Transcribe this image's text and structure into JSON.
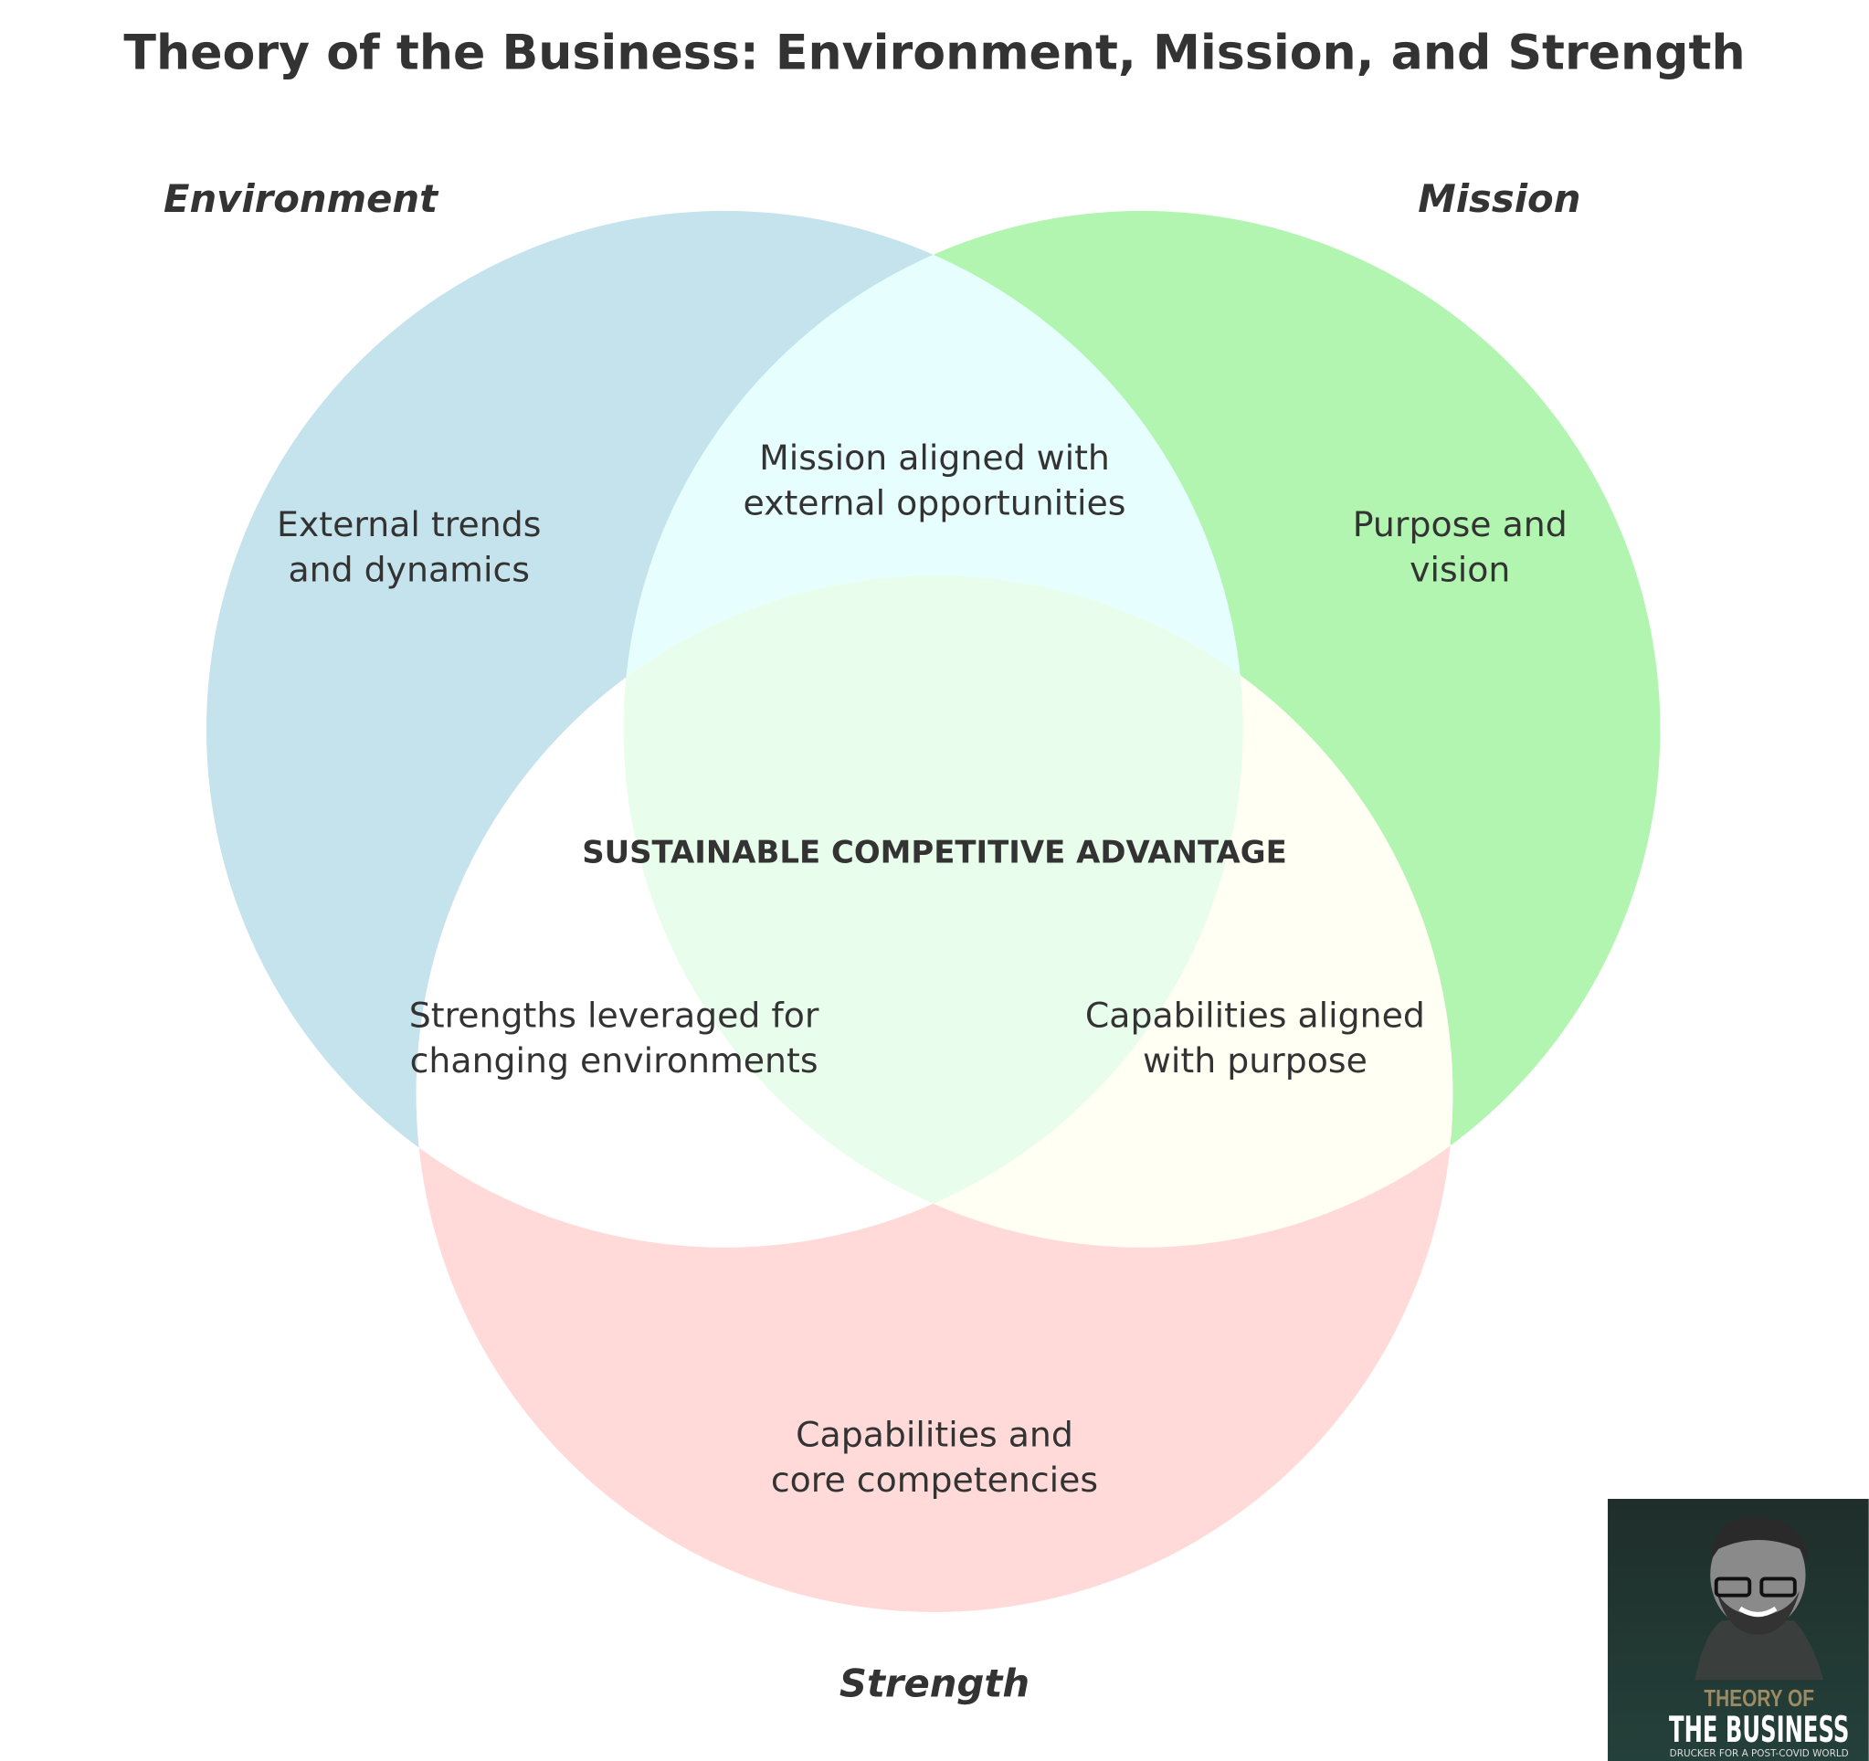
{
  "title": "Theory of the Business: Environment, Mission, and Strength",
  "sets": [
    {
      "label": "Environment",
      "description": [
        "External trends",
        "and dynamics"
      ],
      "color": "#c5e3ec"
    },
    {
      "label": "Mission",
      "description": [
        "Purpose and",
        "vision"
      ],
      "color": "#b1f5b0"
    },
    {
      "label": "Strength",
      "description": [
        "Capabilities and",
        "core competencies"
      ],
      "color": "#ffdad9"
    }
  ],
  "intersections": {
    "environment_mission": {
      "text": [
        "Mission aligned with",
        "external opportunities"
      ],
      "color": "#e6fffe"
    },
    "environment_strength": {
      "text": [
        "Strengths leveraged for",
        "changing environments"
      ],
      "color": "#ffffff"
    },
    "mission_strength": {
      "text": [
        "Capabilities aligned",
        "with purpose"
      ],
      "color": "#fffff3"
    },
    "center": {
      "text": "SUSTAINABLE COMPETITIVE ADVANTAGE",
      "color": "#e9fdec"
    }
  },
  "logo": {
    "line1": "THEORY OF",
    "line2": "THE BUSINESS",
    "line3": "DRUCKER FOR A POST-COVID WORLD"
  }
}
